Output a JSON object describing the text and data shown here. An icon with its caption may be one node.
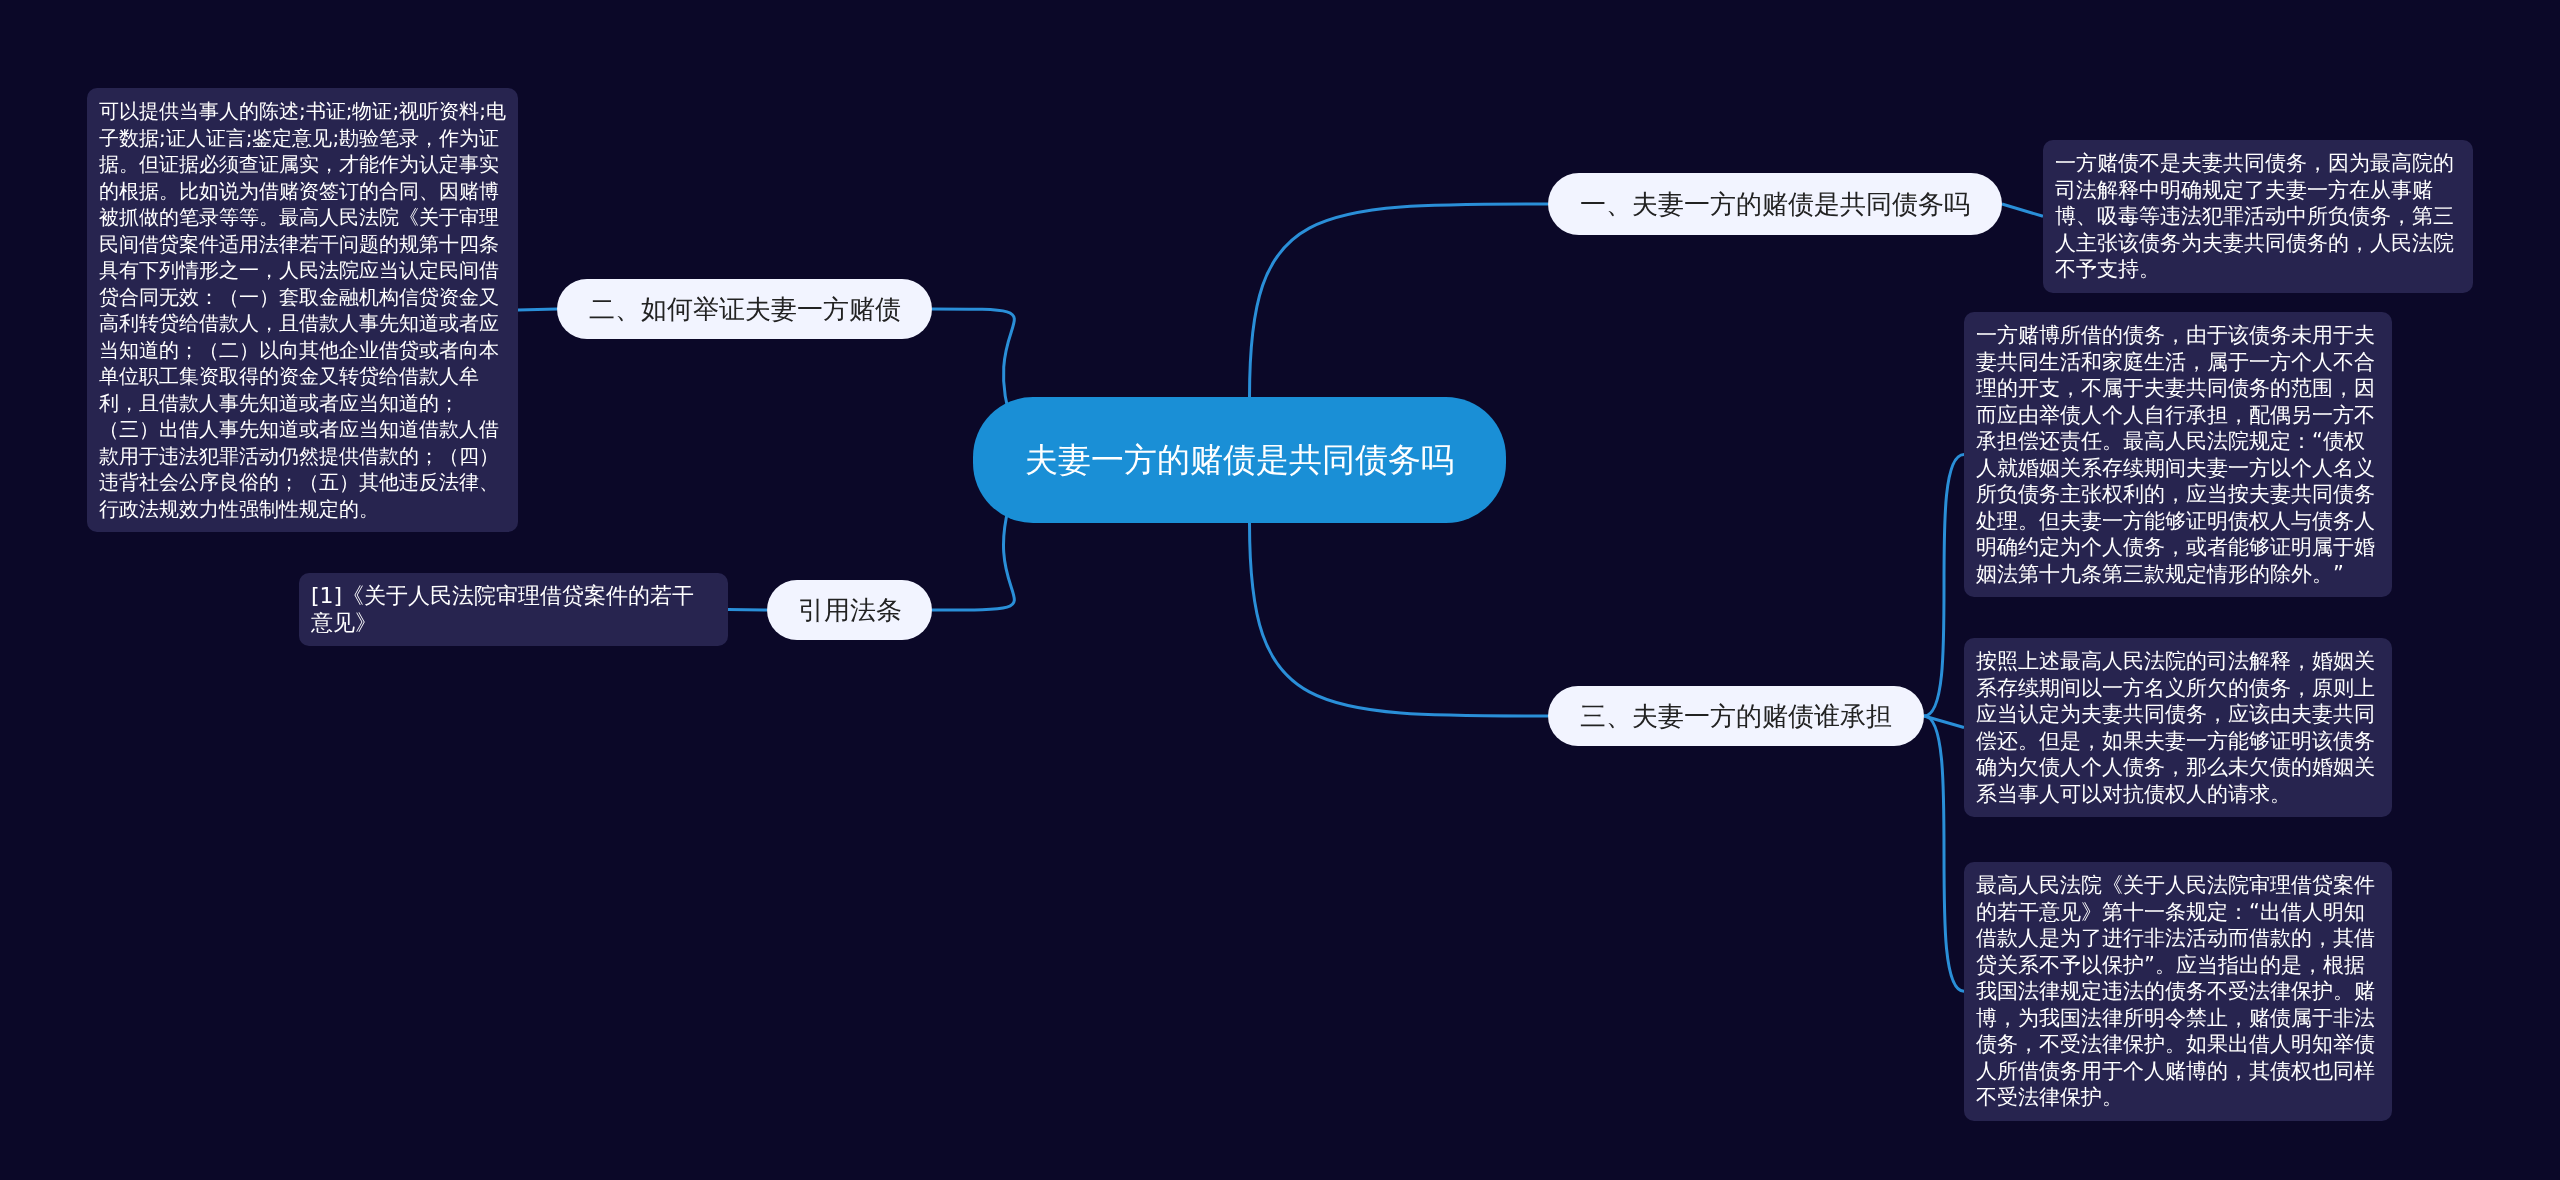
{
  "diagram": {
    "nodes": [
      {
        "text": [
          "夫妻一方的赌债是共同债务吗"
        ]
      },
      {
        "text": [
          "一、夫妻一方的赌债是共同债务吗"
        ]
      },
      {
        "text": [
          "一方赌债不是夫妻共同债务，因为最高院的司法解释中明确规定了夫妻一方在从事赌博、吸毒等违法犯罪活动中所负债务，第三人主张该债务为夫妻共同债务的，人民法院不予支持。"
        ]
      },
      {
        "text": [
          "二、如何举证夫妻一方赌债"
        ]
      },
      {
        "text": [
          "可以提供当事人的陈述;书证;物证;视听资料;电子数据;证人证言;鉴定意见;勘验笔录，作为证据。但证据必须查证属实，才能作为认定事实的根据。比如说为借赌资签订的合同、因赌博被抓做的笔录等等。最高人民法院《关于审理民间借贷案件适用法律若干问题的规第十四条具有下列情形之一，人民法院应当认定民间借贷合同无效：（一）套取金融机构信贷资金又高利转贷给借款人，且借款人事先知道或者应当知道的；（二）以向其他企业借贷或者向本单位职工集资取得的资金又转贷给借款人牟利，且借款人事先知道或者应当知道的；（三）出借人事先知道或者应当知道借款人借款用于违法犯罪活动仍然提供借款的；（四）违背社会公序良俗的；（五）其他违反法律、行政法规效力性强制性规定的。"
        ]
      },
      {
        "text": [
          "引用法条"
        ]
      },
      {
        "text": [
          "[1]《关于人民法院审理借贷案件的若干意见》"
        ]
      },
      {
        "text": [
          "三、夫妻一方的赌债谁承担"
        ]
      },
      {
        "text": [
          "一方赌博所借的债务，由于该债务未用于夫妻共同生活和家庭生活，属于一方个人不合理的开支，不属于夫妻共同债务的范围，因而应由举债人个人自行承担，配偶另一方不承担偿还责任。最高人民法院规定：“债权人就婚姻关系存续期间夫妻一方以个人名义所负债务主张权利的，应当按夫妻共同债务处理。但夫妻一方能够证明债权人与债务人明确约定为个人债务，或者能够证明属于婚姻法第十九条第三款规定情形的除外。”"
        ]
      },
      {
        "text": [
          "按照上述最高人民法院的司法解释，婚姻关系存续期间以一方名义所欠的债务，原则上应当认定为夫妻共同债务，应该由夫妻共同偿还。但是，如果夫妻一方能够证明该债务确为欠债人个人债务，那么未欠债的婚姻关系当事人可以对抗债权人的请求。"
        ]
      },
      {
        "text": [
          "最高人民法院《关于人民法院审理借贷案件的若干意见》第十一条规定：“出借人明知借款人是为了进行非法活动而借款的，其借贷关系不予以保护”。应当指出的是，根据我国法律规定违法的债务不受法律保护。赌博，为我国法律所明令禁止，赌债属于非法债务，不受法律保护。如果出借人明知举债人所借债务用于个人赌博的，其债权也同样不受法律保护。"
        ]
      }
    ],
    "edges": [
      {
        "from": 0,
        "to": 1,
        "arrow": "none"
      },
      {
        "from": 1,
        "to": 2,
        "arrow": "none"
      },
      {
        "from": 0,
        "to": 3,
        "arrow": "none"
      },
      {
        "from": 3,
        "to": 4,
        "arrow": "none"
      },
      {
        "from": 0,
        "to": 5,
        "arrow": "none"
      },
      {
        "from": 5,
        "to": 6,
        "arrow": "none"
      },
      {
        "from": 0,
        "to": 7,
        "arrow": "none"
      },
      {
        "from": 7,
        "to": 8,
        "arrow": "none"
      },
      {
        "from": 7,
        "to": 9,
        "arrow": "none"
      },
      {
        "from": 7,
        "to": 10,
        "arrow": "none"
      }
    ]
  }
}
